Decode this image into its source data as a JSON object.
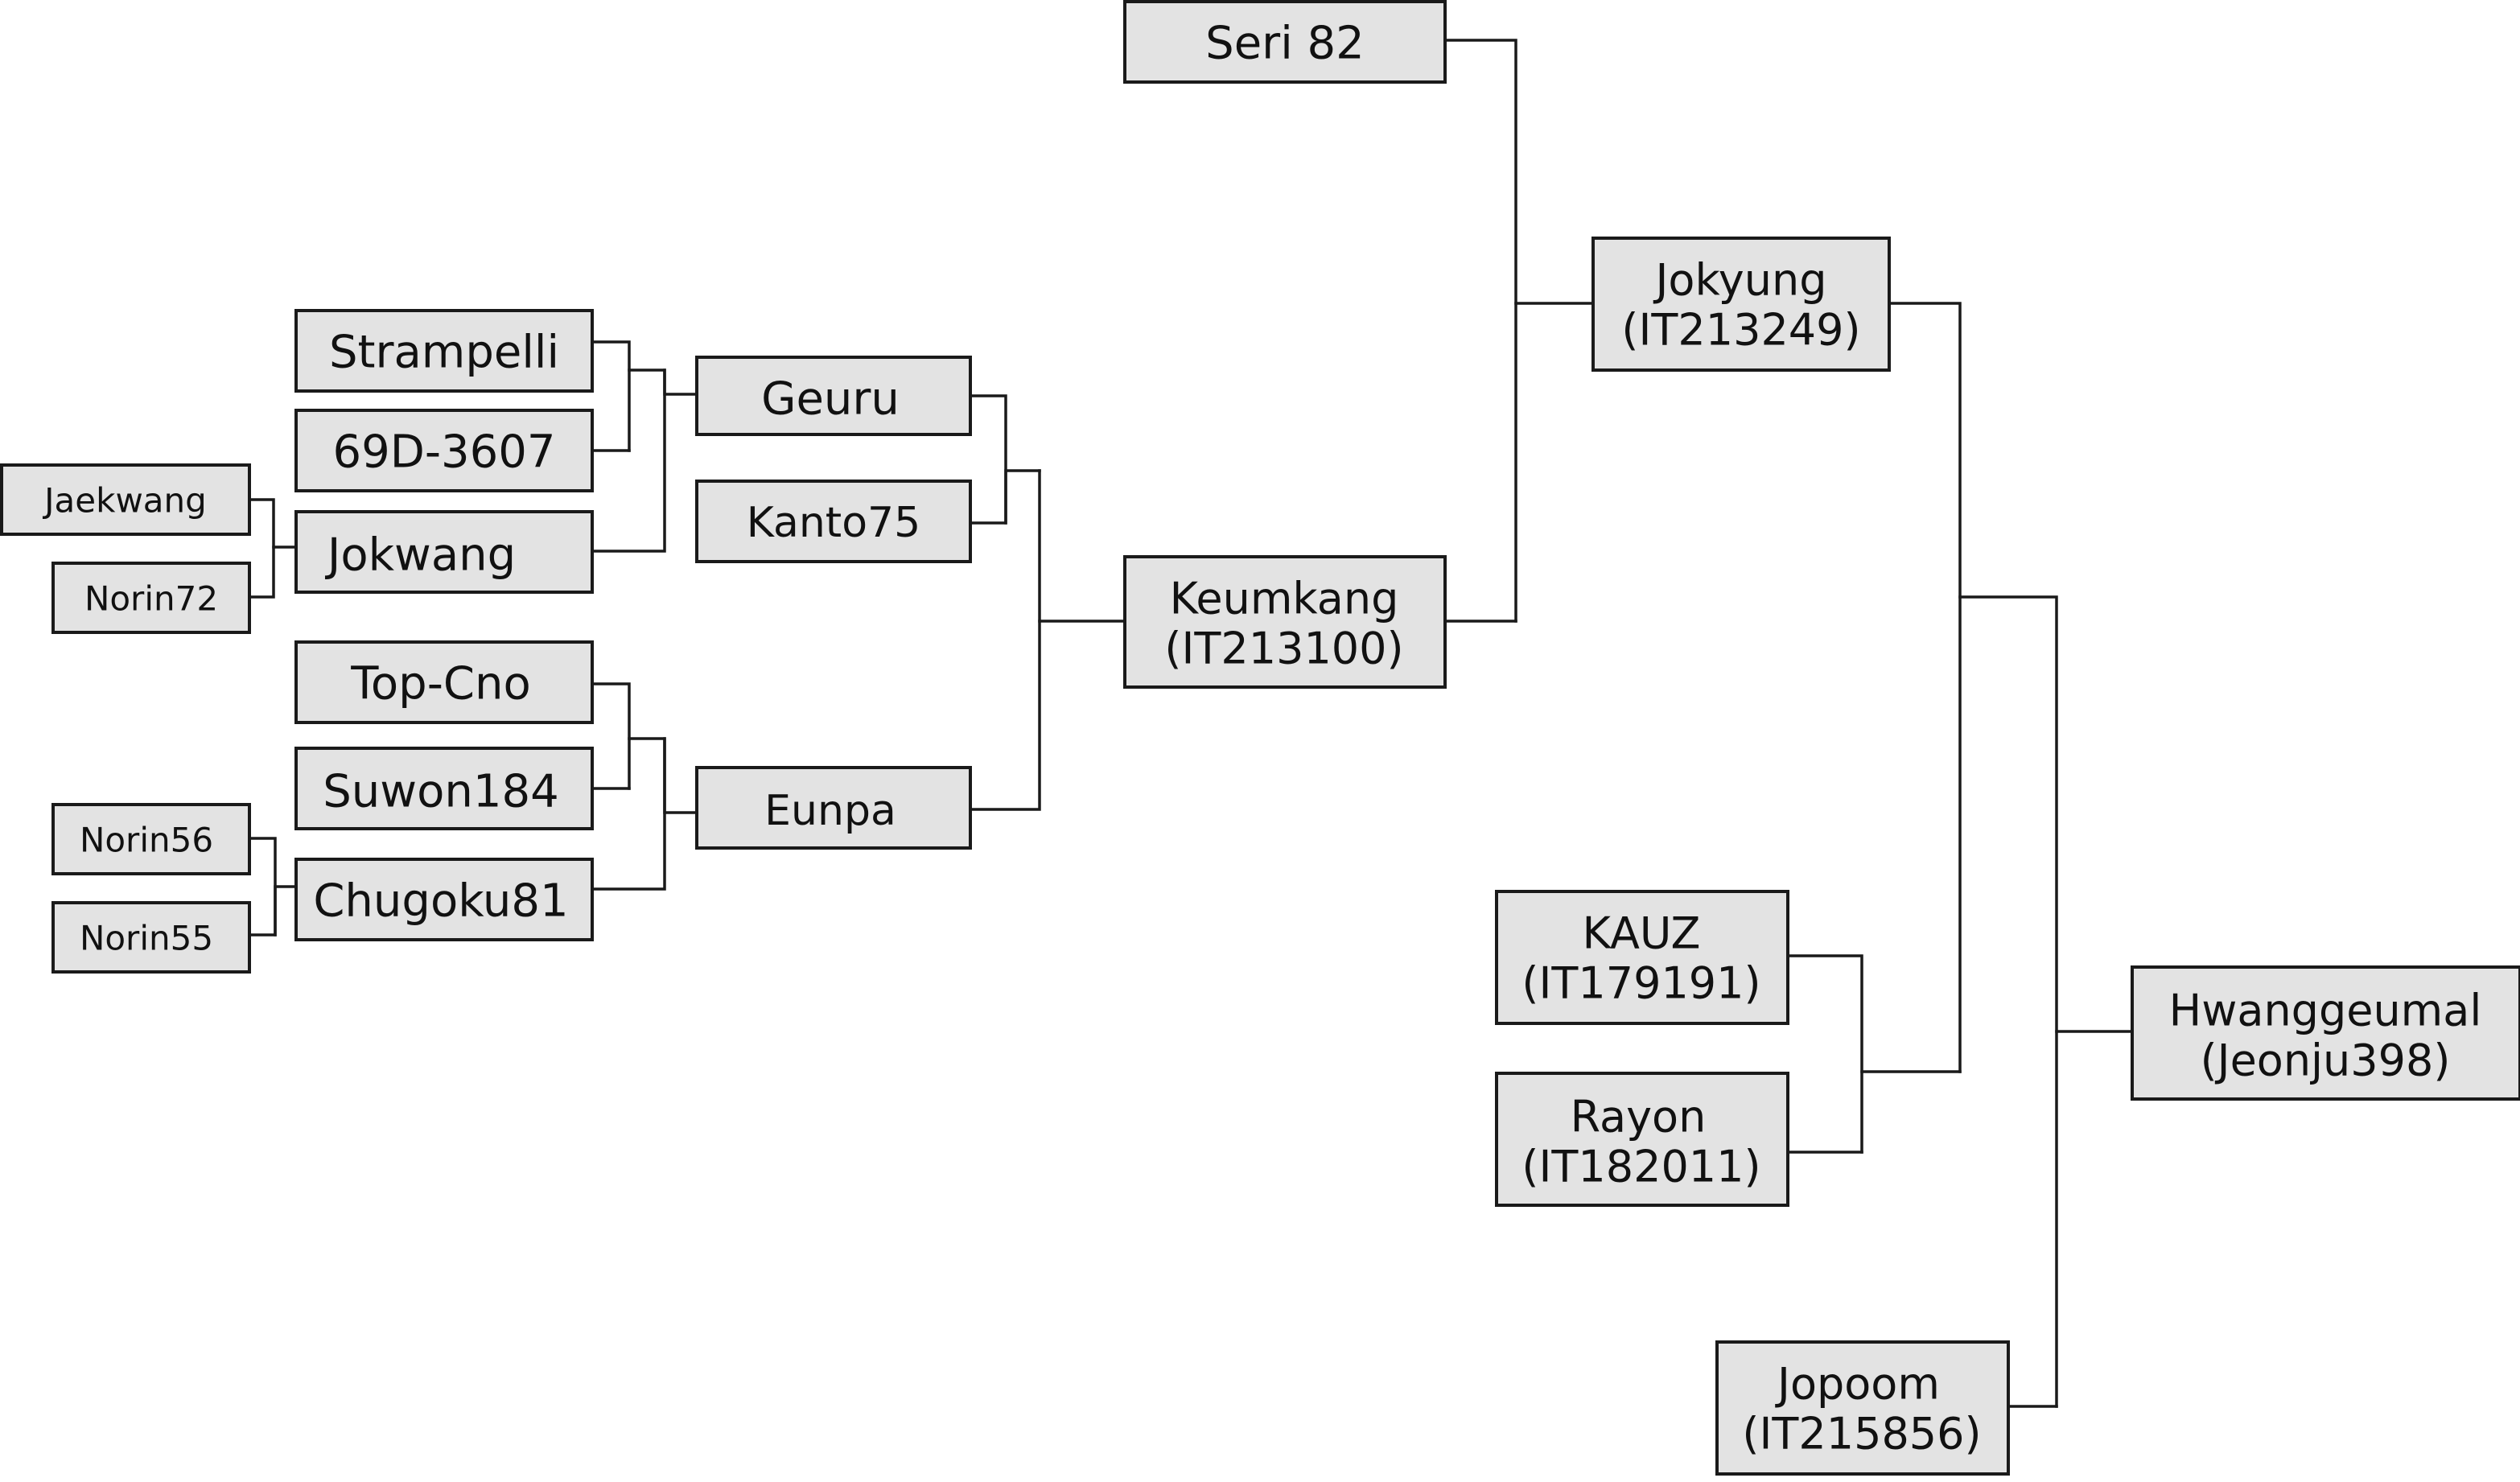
{
  "nodes": {
    "seri82": {
      "lines": [
        "Seri 82"
      ]
    },
    "strampelli": {
      "lines": [
        "Strampelli"
      ]
    },
    "n69d3607": {
      "lines": [
        "69D-3607"
      ]
    },
    "jaekwang": {
      "lines": [
        "Jaekwang"
      ]
    },
    "norin72": {
      "lines": [
        "Norin72"
      ]
    },
    "jokwang": {
      "lines": [
        "Jokwang"
      ]
    },
    "geuru": {
      "lines": [
        "Geuru"
      ]
    },
    "kanto75": {
      "lines": [
        "Kanto75"
      ]
    },
    "topcno": {
      "lines": [
        "Top-Cno"
      ]
    },
    "suwon184": {
      "lines": [
        "Suwon184"
      ]
    },
    "norin56": {
      "lines": [
        "Norin56"
      ]
    },
    "norin55": {
      "lines": [
        "Norin55"
      ]
    },
    "chugoku81": {
      "lines": [
        "Chugoku81"
      ]
    },
    "eunpa": {
      "lines": [
        "Eunpa"
      ]
    },
    "keumkang": {
      "lines": [
        "Keumkang",
        "(IT213100)"
      ]
    },
    "jokyung": {
      "lines": [
        "Jokyung",
        "(IT213249)"
      ]
    },
    "kauz": {
      "lines": [
        "KAUZ",
        "(IT179191)"
      ]
    },
    "rayon": {
      "lines": [
        "Rayon",
        "(IT182011)"
      ]
    },
    "jopoom": {
      "lines": [
        "Jopoom",
        "(IT215856)"
      ]
    },
    "hwanggeumal": {
      "lines": [
        "Hwanggeumal",
        "(Jeonju398)"
      ]
    }
  },
  "crosses": [
    {
      "parents": [
        "jaekwang",
        "norin72"
      ],
      "child": "jokwang"
    },
    {
      "parents": [
        "strampelli",
        "n69d3607"
      ],
      "child": "geuru"
    },
    {
      "parents": [
        "geuru",
        "kanto75"
      ],
      "child": "keumkang"
    },
    {
      "parents": [
        "norin56",
        "norin55"
      ],
      "child": "chugoku81"
    },
    {
      "parents": [
        "topcno",
        "suwon184"
      ],
      "child": "eunpa"
    },
    {
      "parents": [
        "seri82",
        "keumkang"
      ],
      "child": "jokyung"
    },
    {
      "parents": [
        "kauz",
        "rayon"
      ],
      "child": "hwanggeumal"
    },
    {
      "parents": [
        "jopoom"
      ],
      "child": "hwanggeumal"
    }
  ],
  "colors": {
    "box_fill": "#e3e3e3",
    "line": "#1a1a1a",
    "text": "#111111"
  }
}
